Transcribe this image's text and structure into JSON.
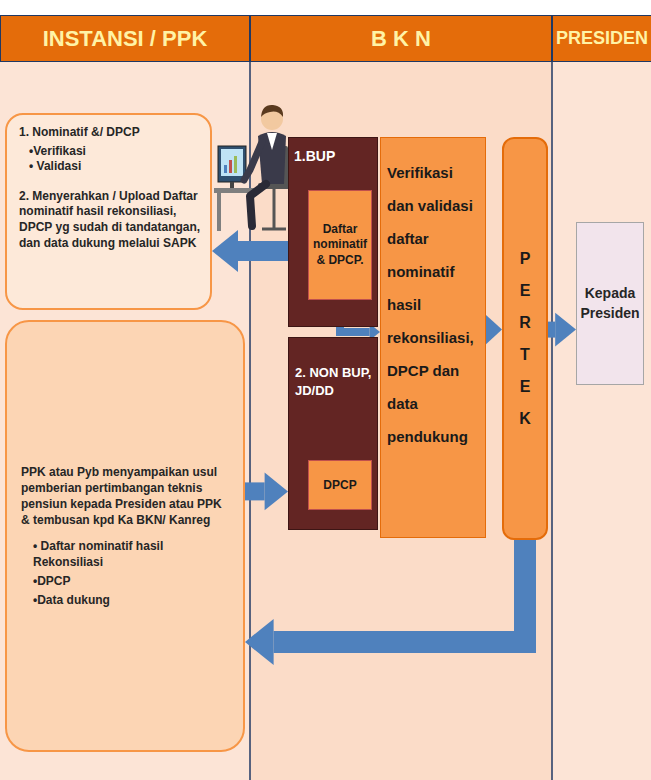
{
  "diagram": {
    "nodes": [
      {
        "text": [
          "INSTANSI / PPK"
        ]
      },
      {
        "text": [
          "B K N"
        ]
      },
      {
        "text": [
          "PRESIDEN"
        ]
      },
      {
        "text": [
          "1. Nominatif &/ DPCP",
          "•Verifikasi",
          "• Validasi",
          "2. Menyerahkan / Upload Daftar nominatif hasil rekonsiliasi, DPCP yg sudah di tandatangan, dan data dukung melalui SAPK"
        ]
      },
      {
        "text": [
          "PPK atau Pyb menyampaikan usul pemberian pertimbangan teknis pensiun kepada Presiden atau PPK & tembusan kpd Ka BKN/ Kanreg",
          "• Daftar nominatif hasil Rekonsiliasi",
          "•DPCP",
          "•Data dukung"
        ]
      },
      {
        "text": [
          "1.BUP"
        ]
      },
      {
        "text": [
          "Daftar nominatif & DPCP."
        ],
        "in": 5
      },
      {
        "text": [
          "2. NON BUP, JD/DD"
        ]
      },
      {
        "text": [
          "DPCP"
        ],
        "in": 7
      },
      {
        "text": [
          "Verifikasi dan validasi daftar nominatif hasil rekonsiliasi, DPCP dan data pendukung"
        ]
      },
      {
        "text": [
          "PERTEK"
        ]
      },
      {
        "text": [
          "Kepada Presiden"
        ]
      }
    ],
    "edges": [
      {
        "from": 5,
        "to": 3,
        "arrow": "to"
      },
      {
        "from": 4,
        "to": 7,
        "arrow": "to"
      },
      {
        "from": 6,
        "to": 9,
        "arrow": "to"
      },
      {
        "from": 9,
        "to": 10,
        "arrow": "to"
      },
      {
        "from": 10,
        "to": 11,
        "arrow": "to"
      },
      {
        "from": 10,
        "to": 4,
        "arrow": "to"
      }
    ]
  }
}
